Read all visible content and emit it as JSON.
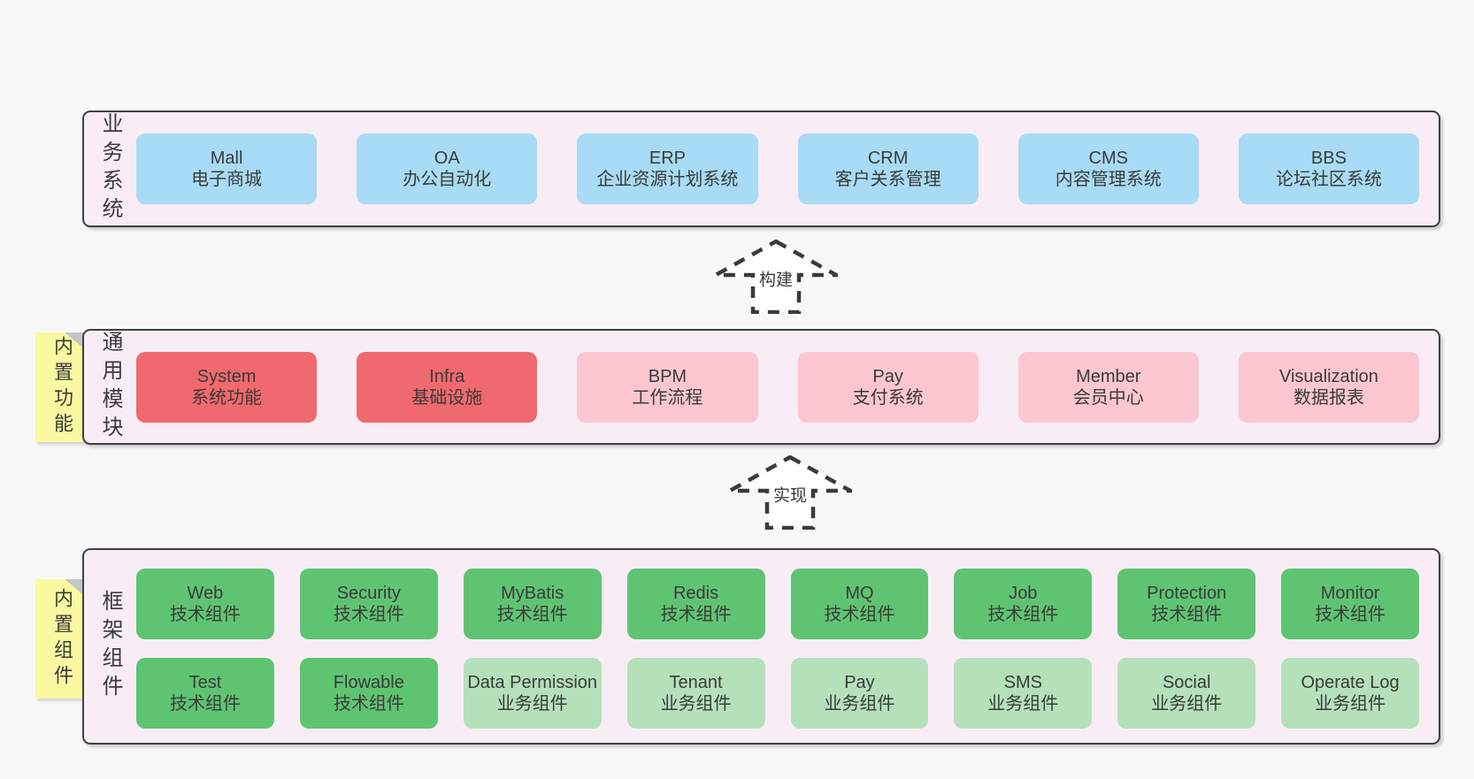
{
  "colors": {
    "page_bg": "#f8f8f8",
    "layer_bg": "#f8edf5",
    "border": "#404040",
    "blue": "#a8dbf5",
    "red": "#f0696e",
    "pink": "#fbc6d0",
    "green": "#5fc472",
    "light_green": "#b5e1ba",
    "sticky_yellow": "#fbf8a2",
    "fold_gray": "#c6c6c6"
  },
  "arrows": [
    {
      "label": "构建"
    },
    {
      "label": "实现"
    }
  ],
  "layers": [
    {
      "label": "业务系统",
      "boxes": [
        {
          "name": "Mall",
          "desc": "电子商城"
        },
        {
          "name": "OA",
          "desc": "办公自动化"
        },
        {
          "name": "ERP",
          "desc": "企业资源计划系统"
        },
        {
          "name": "CRM",
          "desc": "客户关系管理"
        },
        {
          "name": "CMS",
          "desc": "内容管理系统"
        },
        {
          "name": "BBS",
          "desc": "论坛社区系统"
        }
      ]
    },
    {
      "label": "通用模块",
      "sticky": "内置功能",
      "boxes": [
        {
          "name": "System",
          "desc": "系统功能"
        },
        {
          "name": "Infra",
          "desc": "基础设施"
        },
        {
          "name": "BPM",
          "desc": "工作流程"
        },
        {
          "name": "Pay",
          "desc": "支付系统"
        },
        {
          "name": "Member",
          "desc": "会员中心"
        },
        {
          "name": "Visualization",
          "desc": "数据报表"
        }
      ]
    },
    {
      "label": "框架组件",
      "sticky": "内置组件",
      "row1": [
        {
          "name": "Web",
          "desc": "技术组件"
        },
        {
          "name": "Security",
          "desc": "技术组件"
        },
        {
          "name": "MyBatis",
          "desc": "技术组件"
        },
        {
          "name": "Redis",
          "desc": "技术组件"
        },
        {
          "name": "MQ",
          "desc": "技术组件"
        },
        {
          "name": "Job",
          "desc": "技术组件"
        },
        {
          "name": "Protection",
          "desc": "技术组件"
        },
        {
          "name": "Monitor",
          "desc": "技术组件"
        }
      ],
      "row2": [
        {
          "name": "Test",
          "desc": "技术组件"
        },
        {
          "name": "Flowable",
          "desc": "技术组件"
        },
        {
          "name": "Data Permission",
          "desc": "业务组件"
        },
        {
          "name": "Tenant",
          "desc": "业务组件"
        },
        {
          "name": "Pay",
          "desc": "业务组件"
        },
        {
          "name": "SMS",
          "desc": "业务组件"
        },
        {
          "name": "Social",
          "desc": "业务组件"
        },
        {
          "name": "Operate Log",
          "desc": "业务组件"
        }
      ]
    }
  ]
}
